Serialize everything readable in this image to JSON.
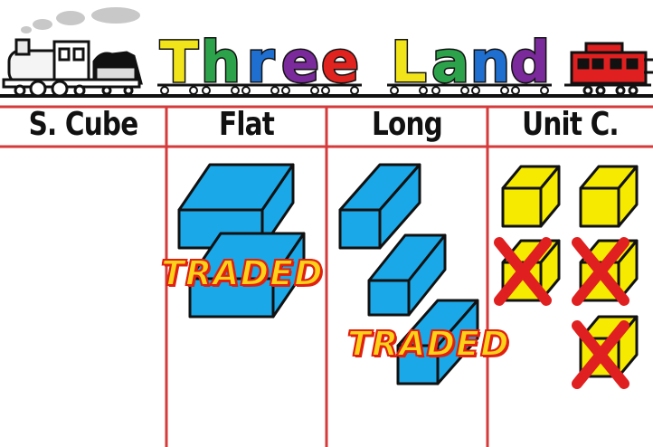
{
  "title": {
    "letters": [
      {
        "ch": "T",
        "color": "#f2e41a"
      },
      {
        "ch": "h",
        "color": "#2ca24a"
      },
      {
        "ch": "r",
        "color": "#1f6fd0"
      },
      {
        "ch": "e",
        "color": "#7a2a9a"
      },
      {
        "ch": "e",
        "color": "#e0231f"
      },
      {
        "ch": "L",
        "color": "#f2e41a"
      },
      {
        "ch": "a",
        "color": "#2ca24a"
      },
      {
        "ch": "n",
        "color": "#1f6fd0"
      },
      {
        "ch": "d",
        "color": "#7a2a9a"
      }
    ]
  },
  "columns": [
    "S. Cube",
    "Flat",
    "Long",
    "Unit C."
  ],
  "stamps": [
    "TRADED",
    "TRADED"
  ],
  "blocks": {
    "s_cube_count": 0,
    "flat_count": 2,
    "long_count": 3,
    "unit_count": 5,
    "unit_crossed": 3
  },
  "colors": {
    "grid_red": "#d63a3a",
    "block_blue": "#1aa8e8",
    "unit_yellow": "#f5ea00",
    "cross_red": "#e02020",
    "traded_fill": "#ffd21a"
  }
}
